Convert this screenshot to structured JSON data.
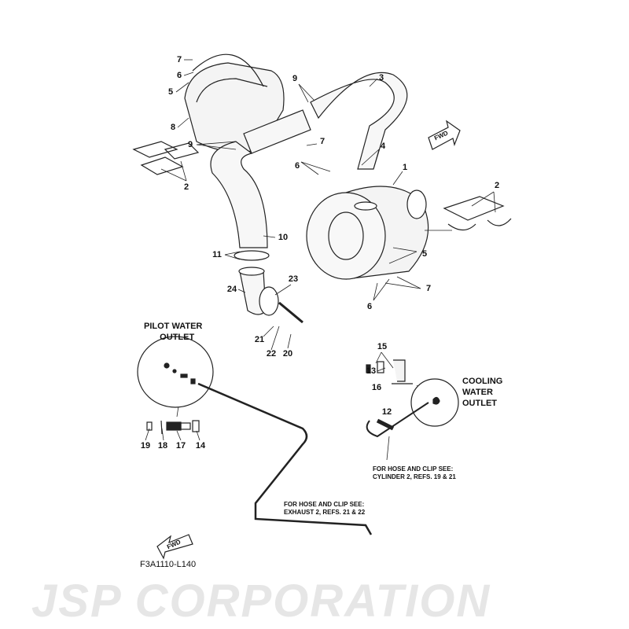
{
  "watermark": "JSP CORPORATION",
  "callouts": [
    "7",
    "6",
    "5",
    "8",
    "9",
    "3",
    "9",
    "7",
    "6",
    "4",
    "1",
    "2",
    "2",
    "10",
    "5",
    "11",
    "23",
    "24",
    "6",
    "7",
    "21",
    "22",
    "20",
    "15",
    "13",
    "16",
    "12",
    "19",
    "18",
    "17",
    "14"
  ],
  "labels": {
    "pilot_water_outlet": [
      "PILOT WATER",
      "OUTLET"
    ],
    "cooling_water_outlet": [
      "COOLING",
      "WATER",
      "OUTLET"
    ],
    "note_cylinder": [
      "FOR HOSE AND CLIP SEE:",
      "CYLINDER 2, REFS. 19 & 21"
    ],
    "note_exhaust": [
      "FOR HOSE AND CLIP SEE:",
      "EXHAUST 2, REFS. 21 & 22"
    ],
    "fwd": "FWD",
    "diagram_code": "F3A1110-L140"
  }
}
